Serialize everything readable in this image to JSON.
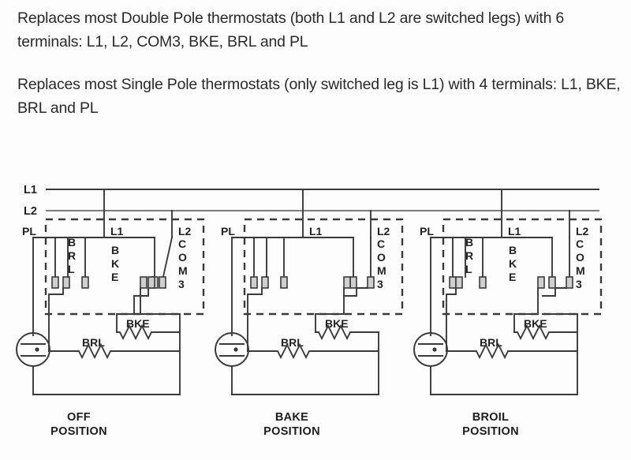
{
  "intro": {
    "paragraph_1": "Replaces most Double Pole thermostats (both L1 and L2 are switched legs) with 6 terminals: L1, L2, COM3, BKE, BRL and PL",
    "paragraph_2": "Replaces most Single Pole thermostats (only switched leg is L1) with 4 terminals: L1, BKE, BRL and PL"
  },
  "bus": {
    "l1_label": "L1",
    "l2_label": "L2"
  },
  "terminals": {
    "pl": "PL",
    "l1": "L1",
    "l2": "L2",
    "brl_vertical": [
      "B",
      "R",
      "L"
    ],
    "bke_vertical": [
      "B",
      "K",
      "E"
    ],
    "com3_vertical": [
      "C",
      "O",
      "M",
      "3"
    ]
  },
  "elements": {
    "bke_label": "BKE",
    "brl_label": "BRL"
  },
  "colors": {
    "wire": "#3a3a3a",
    "contact_fill": "#cfcfcf",
    "text": "#222222",
    "background": "#fdfdfd"
  },
  "circuits": [
    {
      "id": "off",
      "position_line_1": "OFF",
      "position_line_2": "POSITION",
      "switch_states": {
        "brl": "open",
        "bke": "open",
        "com3": "open"
      }
    },
    {
      "id": "bake",
      "position_line_1": "BAKE",
      "position_line_2": "POSITION",
      "switch_states": {
        "brl": "open",
        "bke": "closed",
        "com3": "closed"
      }
    },
    {
      "id": "broil",
      "position_line_1": "BROIL",
      "position_line_2": "POSITION",
      "switch_states": {
        "brl": "closed",
        "bke": "open",
        "com3": "closed"
      }
    }
  ]
}
